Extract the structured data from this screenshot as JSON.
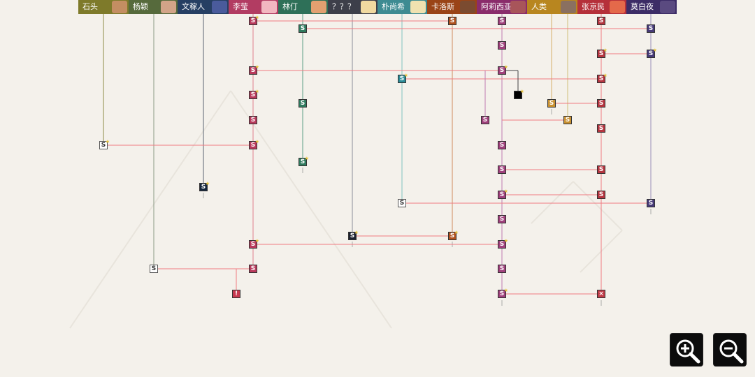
{
  "characters": [
    {
      "name": "石头",
      "color": "#7e7a2a",
      "face": "#c48e62"
    },
    {
      "name": "杨颖",
      "color": "#566a3c",
      "face": "#d2a488"
    },
    {
      "name": "文稼人",
      "color": "#263f63",
      "face": "#4a5b9c"
    },
    {
      "name": "李莹",
      "color": "#b23c62",
      "face": "#f2b7c0"
    },
    {
      "name": "林仃",
      "color": "#2e7058",
      "face": "#e2a070"
    },
    {
      "name": "？？？",
      "color": "#3d3f4a",
      "face": "#f0d9a0"
    },
    {
      "name": "朴尚希",
      "color": "#3d8b92",
      "face": "#f0e2b0"
    },
    {
      "name": "卡洛斯",
      "color": "#9a4417",
      "face": "#7b4b30"
    },
    {
      "name": "阿莉西亚",
      "color": "#8a2c6b",
      "face": "#a8555a"
    },
    {
      "name": "人类",
      "color": "#b8861f",
      "face": "#8a7060"
    },
    {
      "name": "张京民",
      "color": "#b5303a",
      "face": "#e4694a"
    },
    {
      "name": "莫白夜",
      "color": "#3c2c66",
      "face": "#5a4a80"
    }
  ],
  "node_symbol": "S",
  "alert_symbol": "!",
  "locked_symbol": "×",
  "controls": {
    "zoom_in": "zoom-in-icon",
    "zoom_out": "zoom-out-icon"
  }
}
